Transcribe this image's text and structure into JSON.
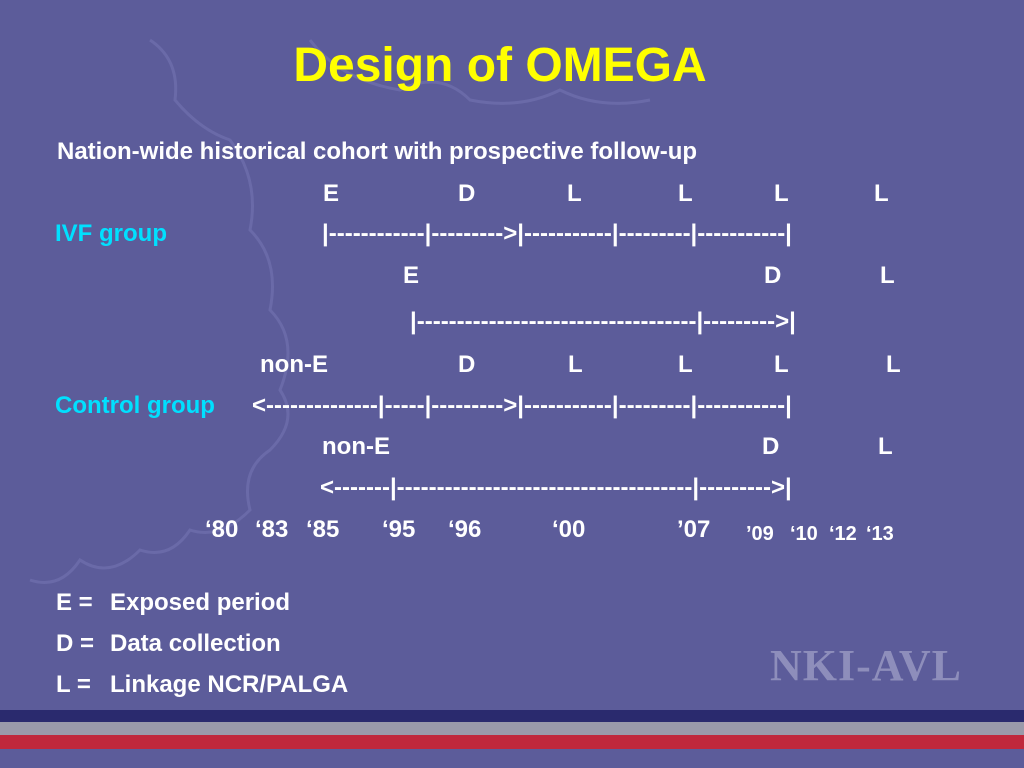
{
  "title": "Design of OMEGA",
  "subtitle": "Nation-wide historical cohort with prospective follow-up",
  "ivf": {
    "label": "IVF group",
    "row1_labels": [
      "E",
      "D",
      "L",
      "L",
      "L",
      "L"
    ],
    "row1_line": "|------------|--------->|-----------|---------|-----------|",
    "row2_labels": [
      "E",
      "D",
      "L"
    ],
    "row2_line": "|-----------------------------------|--------->|"
  },
  "control": {
    "label": "Control group",
    "row1_labels": [
      "non-E",
      "D",
      "L",
      "L",
      "L",
      "L"
    ],
    "row1_line": "<--------------|-----|--------->|-----------|---------|-----------|",
    "row2_labels": [
      "non-E",
      "D",
      "L"
    ],
    "row2_line": "<-------|-------------------------------------|--------->|"
  },
  "years": [
    "‘80",
    "‘83",
    "‘85",
    "‘95",
    "‘96",
    "‘00",
    "’07",
    "’09",
    "‘10",
    "‘12",
    "‘13"
  ],
  "legend": [
    {
      "key": "E =",
      "text": "Exposed period"
    },
    {
      "key": "D =",
      "text": "Data collection"
    },
    {
      "key": "L =",
      "text": "Linkage NCR/PALGA"
    }
  ],
  "logo_text": "NKI-AVL",
  "colors": {
    "background": "#5c5c9a",
    "title": "#ffff00",
    "group_label": "#00e0ff",
    "stripe_navy": "#2a2a6e",
    "stripe_grey": "#9a9aaa",
    "stripe_red": "#c0283c"
  }
}
